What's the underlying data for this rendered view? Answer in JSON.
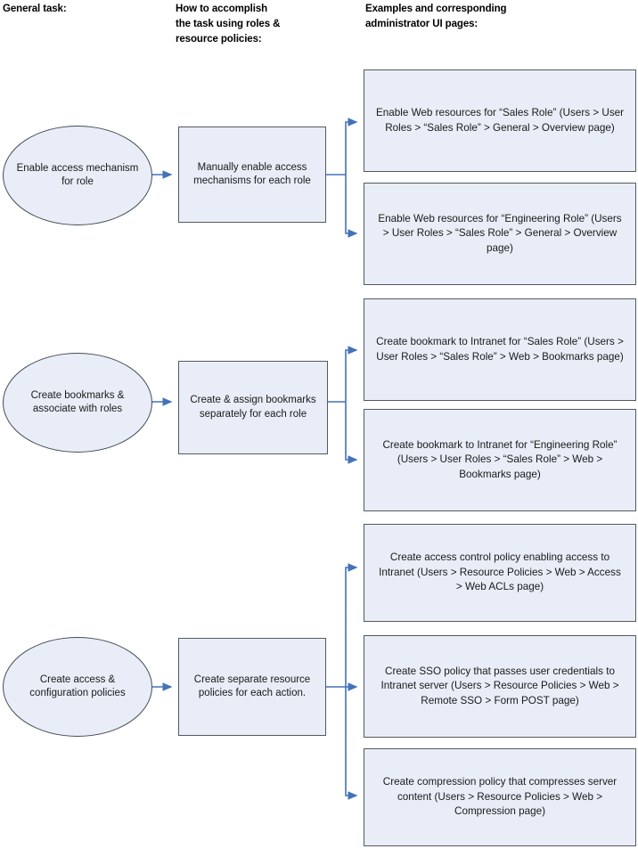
{
  "headers": {
    "general": "General task:",
    "howto": "How to accomplish\nthe task using roles &\nresource policies:",
    "examples": "Examples and corresponding\nadministrator UI pages:"
  },
  "colors": {
    "node_fill": "#e8edf7",
    "node_stroke": "#55595e",
    "ellipse_stroke": "#444b52",
    "connector": "#4472b8"
  },
  "rows": [
    {
      "task": "Enable access mechanism for role",
      "method": "Manually enable access mechanisms for each role",
      "examples": [
        "Enable Web resources for “Sales Role” (Users > User Roles > “Sales Role” > General > Overview page)",
        "Enable Web resources for “Engineering Role” (Users > User Roles > “Sales Role” > General > Overview page)"
      ]
    },
    {
      "task": "Create bookmarks & associate with roles",
      "method": "Create & assign bookmarks separately for each role",
      "examples": [
        "Create bookmark to Intranet for “Sales Role” (Users > User Roles > “Sales Role” > Web > Bookmarks page)",
        "Create bookmark to Intranet for “Engineering Role” (Users > User Roles > “Sales Role” > Web > Bookmarks page)"
      ]
    },
    {
      "task": "Create access & configuration policies",
      "method": "Create separate resource policies for each action.",
      "examples": [
        "Create access control policy enabling access to Intranet (Users > Resource Policies > Web > Access > Web ACLs page)",
        "Create SSO policy that passes user credentials to Intranet server (Users > Resource Policies > Web > Remote SSO > Form POST page)",
        "Create compression policy that compresses server content (Users > Resource Policies > Web > Compression page)"
      ]
    }
  ]
}
